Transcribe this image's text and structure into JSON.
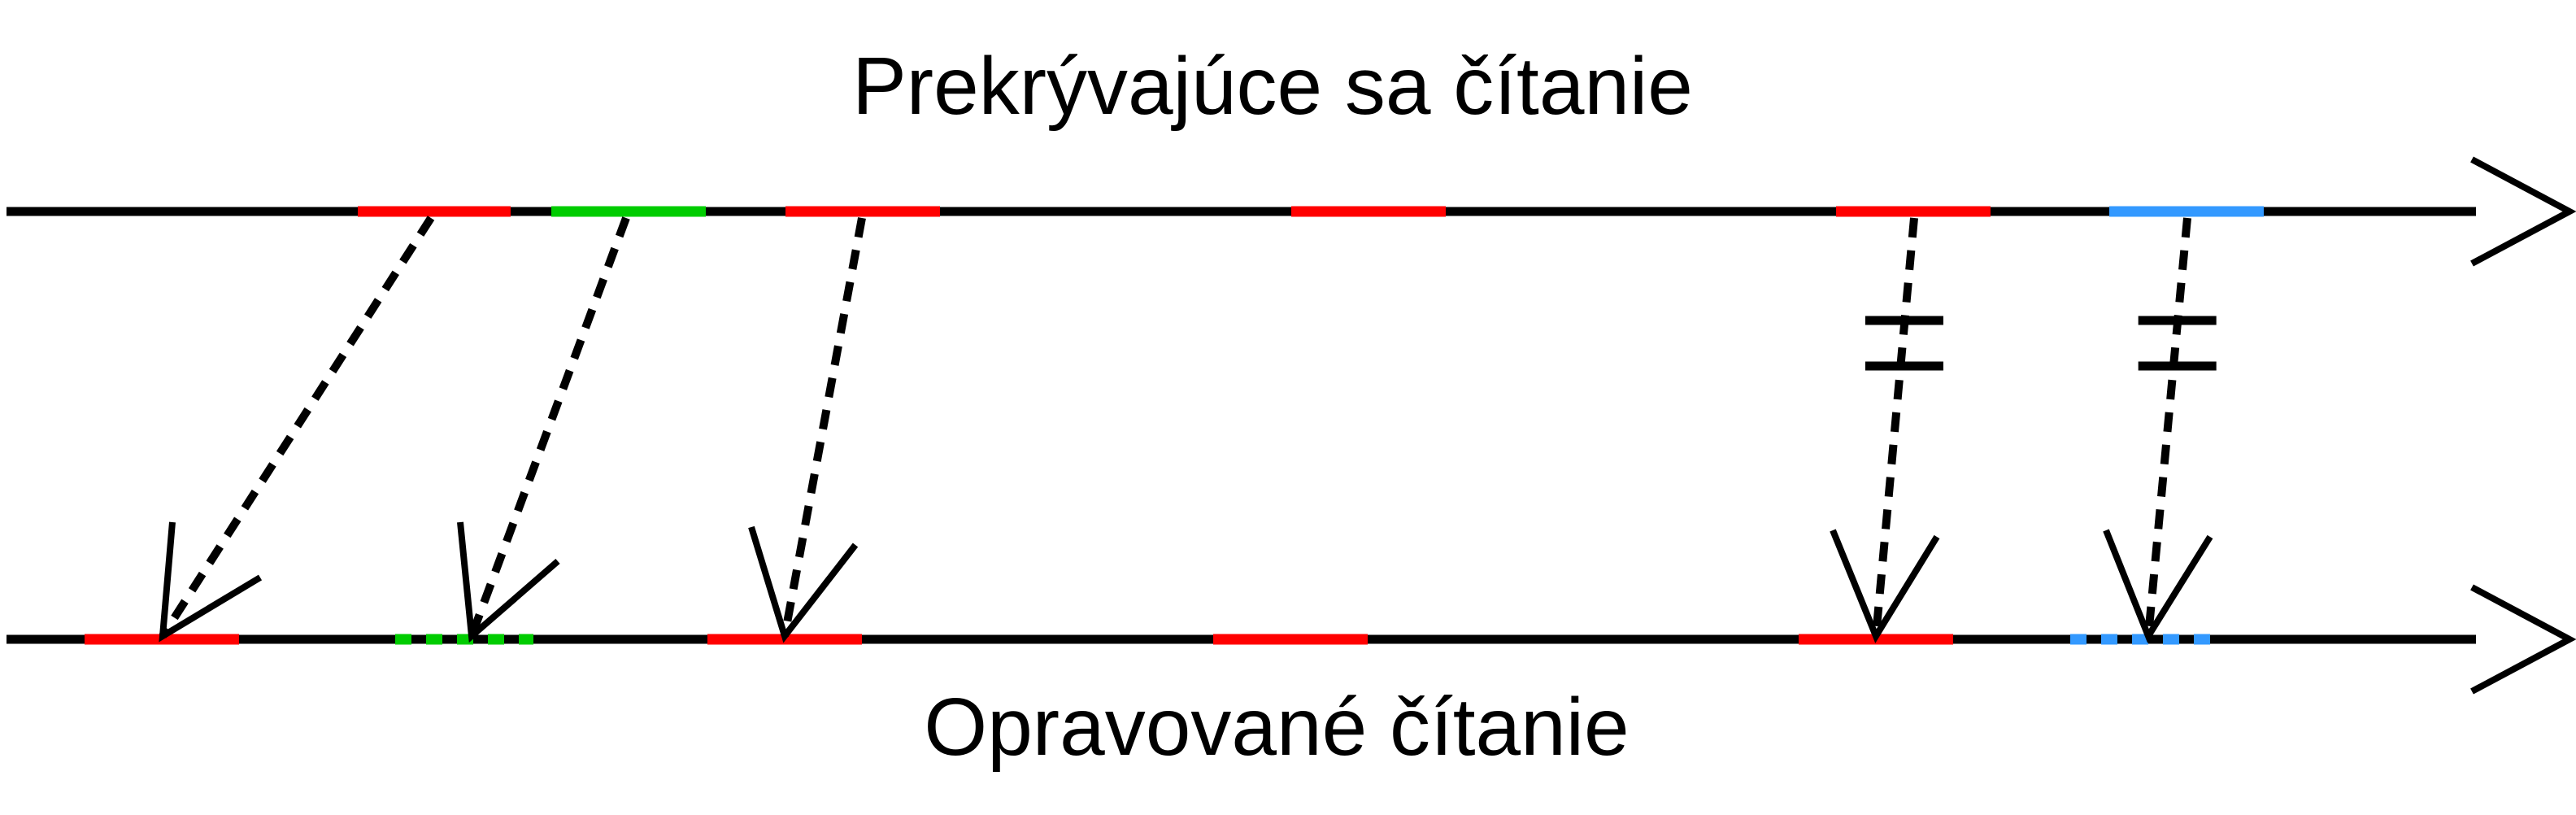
{
  "title_top": "Prekrývajúce sa čítanie",
  "title_bottom": "Opravované čítanie",
  "colors": {
    "line": "#000000",
    "red": "#ff0000",
    "green": "#00cc00",
    "blue": "#3399ff"
  },
  "top_segments": [
    {
      "color": "red"
    },
    {
      "color": "green"
    },
    {
      "color": "red"
    },
    {
      "color": "red"
    },
    {
      "color": "red"
    },
    {
      "color": "blue"
    }
  ],
  "bottom_segments": [
    {
      "color": "red",
      "style": "solid"
    },
    {
      "color": "green",
      "style": "dotted"
    },
    {
      "color": "red",
      "style": "solid"
    },
    {
      "color": "red",
      "style": "solid"
    },
    {
      "color": "red",
      "style": "solid"
    },
    {
      "color": "blue",
      "style": "dotted"
    }
  ],
  "mappings": [
    {
      "from": 0,
      "to": 0,
      "blocked": false
    },
    {
      "from": 1,
      "to": 1,
      "blocked": false
    },
    {
      "from": 2,
      "to": 2,
      "blocked": false
    },
    {
      "from": 4,
      "to": 4,
      "blocked": true
    },
    {
      "from": 5,
      "to": 5,
      "blocked": true
    }
  ]
}
